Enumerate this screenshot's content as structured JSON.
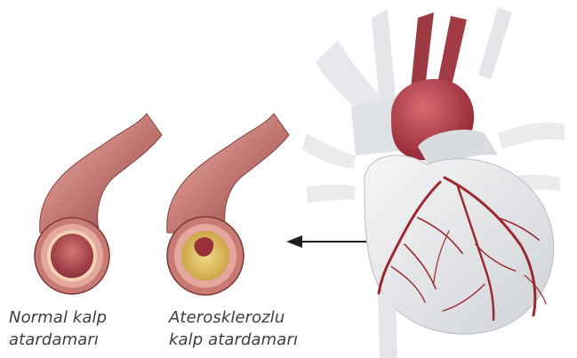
{
  "labels": {
    "normal": {
      "line1": "Normal kalp",
      "line2": "atardamarı"
    },
    "atherosclerotic": {
      "line1": "Aterosklerozlu",
      "line2": "kalp atardamarı"
    }
  },
  "colors": {
    "artery_wall": "#c77b74",
    "artery_dark": "#8a3f3d",
    "lumen": "#a8424a",
    "plaque": "#d9bc5c",
    "heart_gray": "#e7e8ea",
    "heart_red": "#b23a44",
    "vessel_red": "#9b2a2f",
    "arrow": "#1f1f1f"
  },
  "icons": {
    "arrow": "arrow-left-icon"
  }
}
